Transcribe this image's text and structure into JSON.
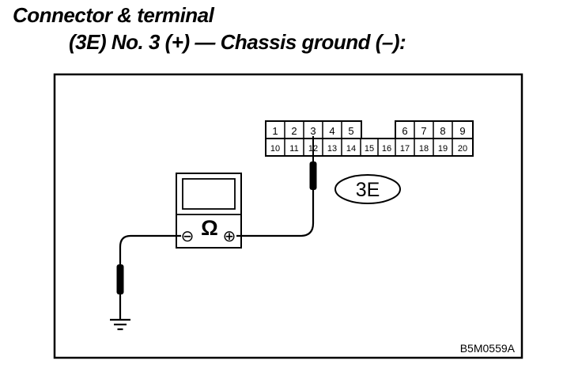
{
  "heading": {
    "line1": "Connector & terminal",
    "line2": "(3E) No. 3 (+) — Chassis ground (–):"
  },
  "connector": {
    "label": "3E",
    "top_row": [
      "1",
      "2",
      "3",
      "4",
      "5",
      "",
      "6",
      "7",
      "8",
      "9"
    ],
    "bottom_row": [
      "10",
      "11",
      "12",
      "13",
      "14",
      "15",
      "16",
      "17",
      "18",
      "19",
      "20"
    ],
    "probe_terminal": "3"
  },
  "meter": {
    "symbol": "Ω",
    "negative": "⊖",
    "positive": "⊕"
  },
  "figure_code": "B5M0559A",
  "colors": {
    "ink": "#000000",
    "background": "#ffffff"
  }
}
